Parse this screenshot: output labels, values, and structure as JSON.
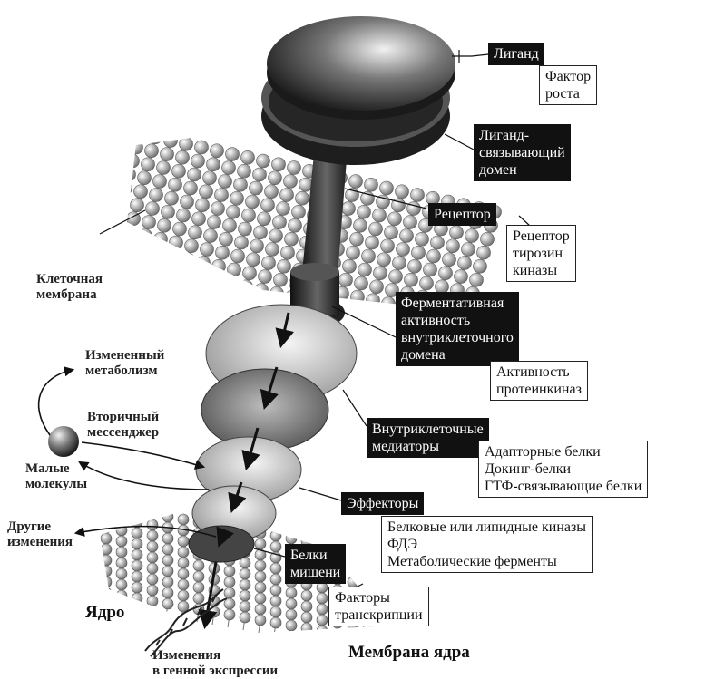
{
  "colors": {
    "dark_label_bg": "#111111",
    "dark_label_text": "#ffffff",
    "box_border": "#222222",
    "membrane": "#8a8a8a",
    "receptor": "#333333"
  },
  "labels": {
    "ligand": "Лиганд",
    "growth_factor": "Фактор\nроста",
    "ligand_binding_domain": "Лиганд-\nсвязывающий\nдомен",
    "receptor": "Рецептор",
    "receptor_tyrosine_kinase": "Рецептор\nтирозин\nкиназы",
    "enzymatic_activity": "Ферментативная\nактивность\nвнутриклеточного\nдомена",
    "protein_kinase_activity": "Активность\nпротеинкиназ",
    "intracellular_mediators": "Внутриклеточные\nмедиаторы",
    "mediator_types": "Адапторные белки\nДокинг-белки\nГТФ-связывающие белки",
    "effectors": "Эффекторы",
    "effector_types": "Белковые или липидные киназы\nФДЭ\nМетаболические ферменты",
    "target_proteins": "Белки\nмишени",
    "transcription_factors": "Факторы\nтранскрипции",
    "cell_membrane": "Клеточная\nмембрана",
    "altered_metabolism": "Измененный\nметаболизм",
    "second_messenger": "Вторичный\nмессенджер",
    "small_molecules": "Малые\nмолекулы",
    "other_changes": "Другие\nизменения",
    "nucleus": "Ядро",
    "gene_expression_changes": "Изменения\nв генной экспрессии",
    "nuclear_membrane": "Мембрана ядра"
  }
}
